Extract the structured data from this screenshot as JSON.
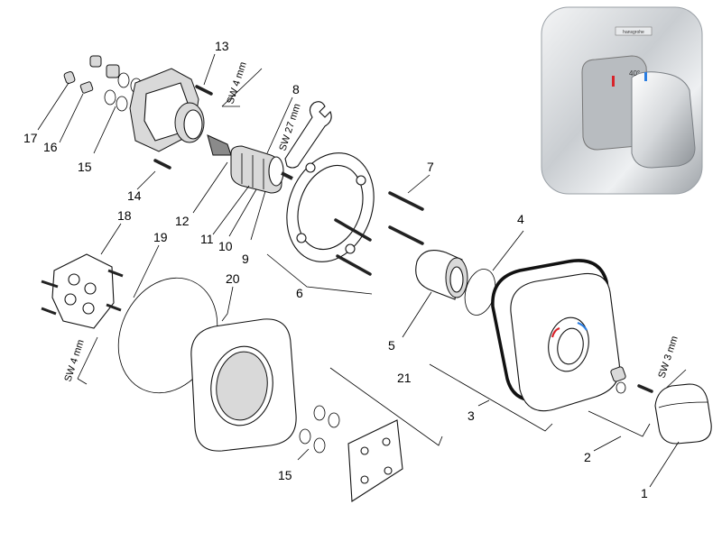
{
  "diagram": {
    "callouts": [
      "1",
      "2",
      "3",
      "4",
      "5",
      "6",
      "7",
      "8",
      "9",
      "10",
      "11",
      "12",
      "13",
      "14",
      "15",
      "15",
      "16",
      "17",
      "18",
      "19",
      "20",
      "21"
    ],
    "tool_labels": [
      "SW 4 mm",
      "SW 27 mm",
      "SW 4 mm",
      "SW 3 mm"
    ],
    "photo": {
      "brand": "hansgrohe",
      "temperature": "40°"
    },
    "colors": {
      "hot": "#d8232a",
      "cold": "#2a7de1",
      "chrome": "#c8ccd0"
    }
  }
}
